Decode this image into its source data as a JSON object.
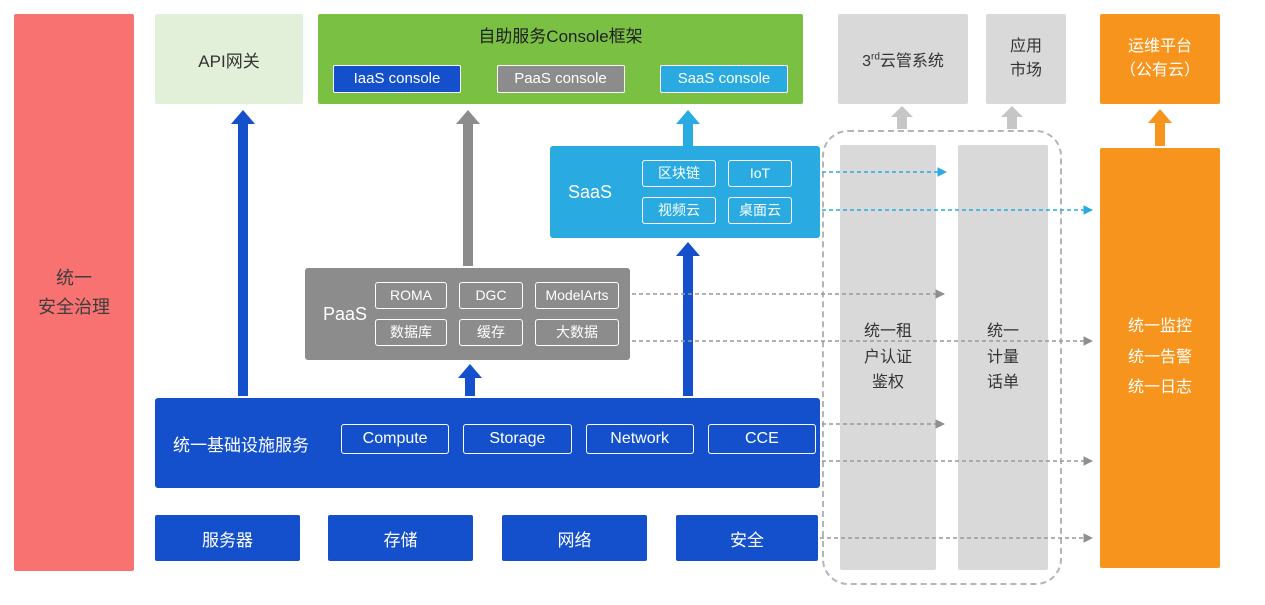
{
  "colors": {
    "red": "#F87272",
    "light_green": "#E2F0DA",
    "green": "#7AC143",
    "blue": "#1550CC",
    "gray": "#8C8C8C",
    "light_gray": "#D9D9D9",
    "cyan": "#29ABE2",
    "orange": "#F7941E"
  },
  "security_bar": {
    "label": "统一\n安全治理"
  },
  "api_gateway": {
    "label": "API网关"
  },
  "console_frame": {
    "title": "自助服务Console框架",
    "consoles": [
      {
        "label": "IaaS console"
      },
      {
        "label": "PaaS console"
      },
      {
        "label": "SaaS console"
      }
    ]
  },
  "third_party_cloud": {
    "base": "3",
    "sup": "rd",
    "rest": "云管系统"
  },
  "app_market": {
    "label": "应用\n市场"
  },
  "om_platform": {
    "label": "运维平台\n（公有云）"
  },
  "saas": {
    "label": "SaaS",
    "items": [
      {
        "label": "区块链"
      },
      {
        "label": "IoT"
      },
      {
        "label": "视频云"
      },
      {
        "label": "桌面云"
      }
    ]
  },
  "paas": {
    "label": "PaaS",
    "items": [
      {
        "label": "ROMA"
      },
      {
        "label": "DGC"
      },
      {
        "label": "ModelArts"
      },
      {
        "label": "数据库"
      },
      {
        "label": "缓存"
      },
      {
        "label": "大数据"
      }
    ]
  },
  "iaas": {
    "label": "统一基础设施服务",
    "items": [
      {
        "label": "Compute"
      },
      {
        "label": "Storage"
      },
      {
        "label": "Network"
      },
      {
        "label": "CCE"
      }
    ]
  },
  "resources": [
    {
      "label": "服务器"
    },
    {
      "label": "存储"
    },
    {
      "label": "网络"
    },
    {
      "label": "安全"
    }
  ],
  "tenant_auth_bar": {
    "label": "统一租\n户认证\n鉴权"
  },
  "metering_bar": {
    "label": "统一\n计量\n话单"
  },
  "monitor_bar": {
    "label": "统一监控\n统一告警\n统一日志"
  }
}
